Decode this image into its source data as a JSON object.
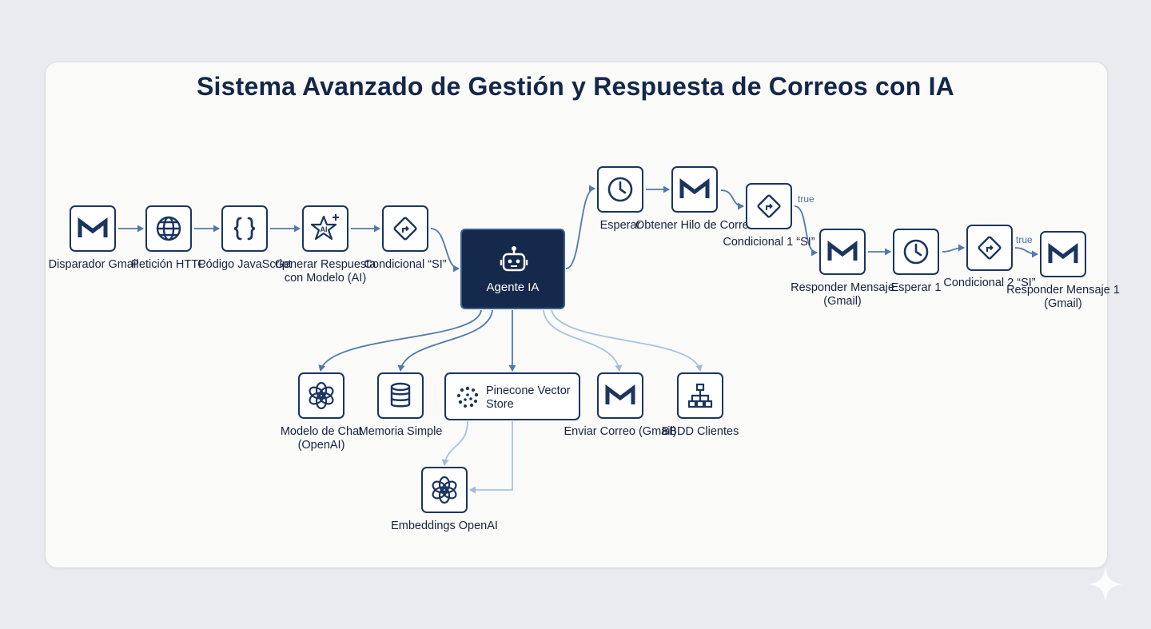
{
  "title": "Sistema Avanzado de Gestión y Respuesta de Correos con IA",
  "colors": {
    "navy": "#1b3560",
    "agent_fill": "#15294d",
    "wire": "#5179aa",
    "wire_light": "#a9c3dc",
    "true_label": "#4a6e9c"
  },
  "nodes": {
    "disparador": {
      "label": "Disparador Gmail",
      "icon": "gmail-icon"
    },
    "peticion": {
      "label": "Petición HTTP",
      "icon": "globe-icon"
    },
    "codigo": {
      "label": "Código JavaScript",
      "icon": "code-braces-icon"
    },
    "generar": {
      "label": "Generar Respuesta con Modelo (AI)",
      "icon": "ai-star-icon"
    },
    "condicional": {
      "label": "Condicional “SI”",
      "icon": "diamond-branch-icon"
    },
    "agente": {
      "label": "Agente IA",
      "icon": "robot-icon"
    },
    "esperar": {
      "label": "Esperar",
      "icon": "clock-icon"
    },
    "obtener_hilo": {
      "label": "Obtener Hilo de Correo",
      "icon": "gmail-icon"
    },
    "condicional1": {
      "label": "Condicional 1 “SI”",
      "icon": "diamond-branch-icon"
    },
    "responder": {
      "label": "Responder Mensaje (Gmail)",
      "icon": "gmail-icon"
    },
    "esperar1": {
      "label": "Esperar 1",
      "icon": "clock-icon"
    },
    "condicional2": {
      "label": "Condicional 2 “SI”",
      "icon": "diamond-branch-icon"
    },
    "responder1": {
      "label": "Responder Mensaje 1 (Gmail)",
      "icon": "gmail-icon"
    },
    "modelo_chat": {
      "label": "Modelo de Chat (OpenAI)",
      "icon": "openai-icon"
    },
    "memoria": {
      "label": "Memoria Simple",
      "icon": "database-icon"
    },
    "pinecone": {
      "label": "Pinecone Vector Store",
      "icon": "pinecone-icon"
    },
    "enviar": {
      "label": "Enviar Correo (Gmail)",
      "icon": "gmail-icon"
    },
    "bbdd": {
      "label": "BBDD Clientes",
      "icon": "hierarchy-icon"
    },
    "embeddings": {
      "label": "Embeddings OpenAI",
      "icon": "openai-icon"
    }
  },
  "branch_labels": {
    "true1": "true",
    "true2": "true"
  }
}
